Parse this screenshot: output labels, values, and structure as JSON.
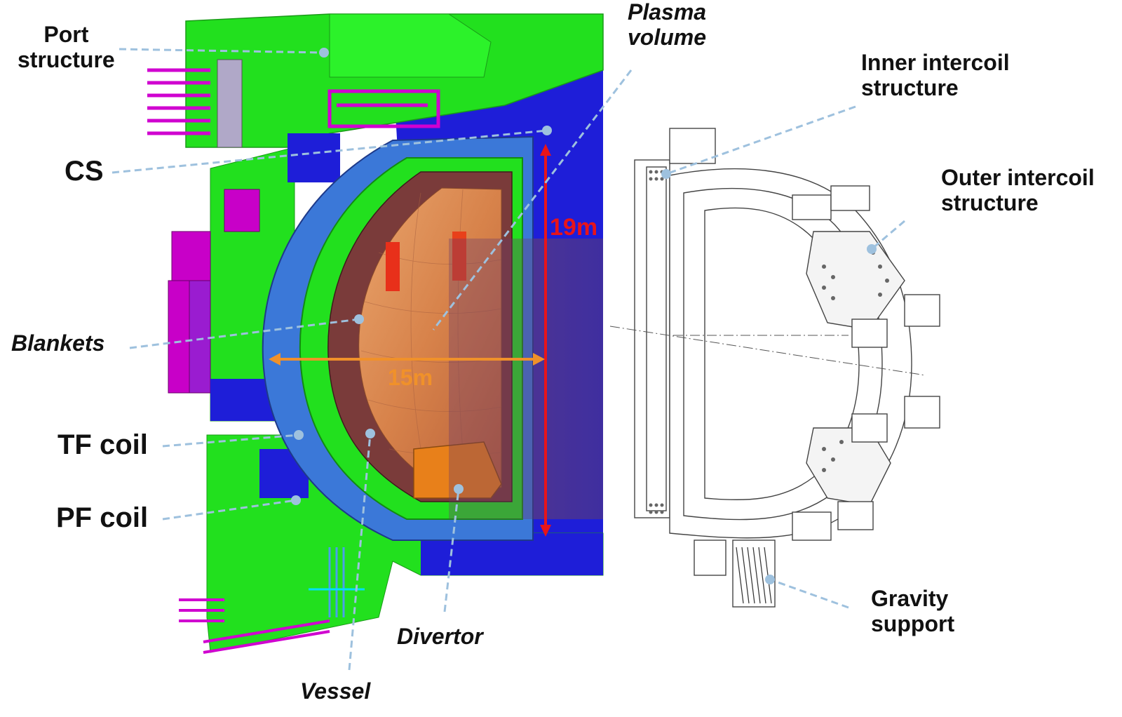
{
  "labels": {
    "port_structure": "Port\nstructure",
    "cs": "CS",
    "blankets": "Blankets",
    "tf_coil": "TF coil",
    "pf_coil": "PF coil",
    "vessel": "Vessel",
    "divertor": "Divertor",
    "plasma_volume": "Plasma\nvolume",
    "inner_intercoil": "Inner intercoil\nstructure",
    "outer_intercoil": "Outer intercoil\nstructure",
    "gravity_support": "Gravity\nsupport"
  },
  "dimensions": {
    "height": "19m",
    "width": "15m"
  },
  "colors": {
    "leader": "#9ec1de",
    "green": "#22e01e",
    "blue": "#3b78d8",
    "dark_blue": "#1b1bd6",
    "magenta": "#d400d4",
    "orange": "#f0912a",
    "red": "#e8141a",
    "purple": "#4a2a8a"
  }
}
